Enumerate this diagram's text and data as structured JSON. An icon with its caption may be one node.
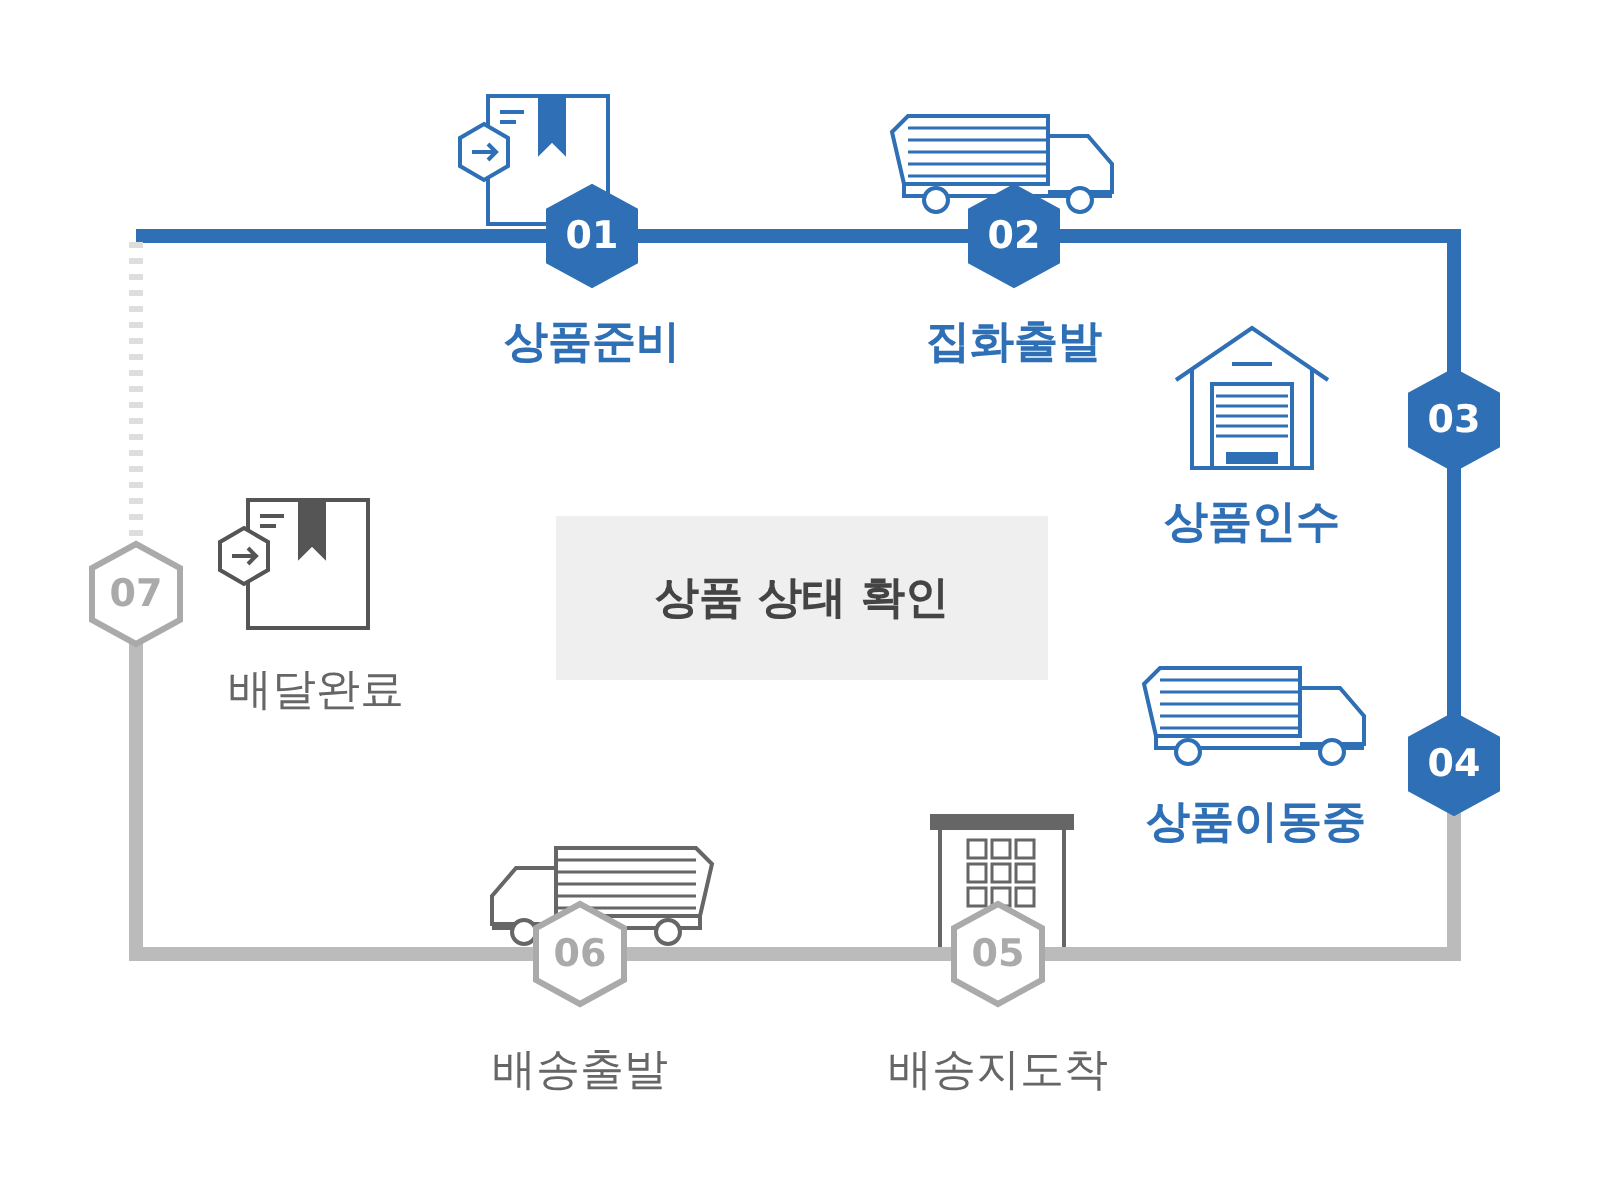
{
  "diagram": {
    "nodes": [
      {
        "text": [
          "01"
        ],
        "beside": [
          "상품준비"
        ]
      },
      {
        "text": [
          "02"
        ],
        "beside": [
          "집화출발"
        ]
      },
      {
        "text": [
          "03"
        ],
        "beside": [
          "상품인수"
        ]
      },
      {
        "text": [
          "04"
        ],
        "beside": [
          "상품이동중"
        ]
      },
      {
        "text": [
          "05"
        ],
        "beside": [
          "배송지도착"
        ]
      },
      {
        "text": [
          "06"
        ],
        "beside": [
          "배송출발"
        ]
      },
      {
        "text": [
          "07"
        ],
        "beside": [
          "배달완료"
        ]
      },
      {
        "text": [
          "상품 상태 확인"
        ]
      }
    ],
    "edges": [
      {
        "from": null,
        "to": 0,
        "arrow": "none"
      },
      {
        "from": 0,
        "to": 1,
        "arrow": "none"
      },
      {
        "from": 1,
        "to": 2,
        "arrow": "none"
      },
      {
        "from": 2,
        "to": 3,
        "arrow": "none"
      },
      {
        "from": 3,
        "to": 4,
        "arrow": "none",
        "color": "#bbbbbb"
      },
      {
        "from": 4,
        "to": 5,
        "arrow": "none",
        "color": "#bbbbbb"
      },
      {
        "from": 5,
        "to": 6,
        "arrow": "none",
        "color": "#bbbbbb"
      },
      {
        "from": 6,
        "to": null,
        "arrow": "none",
        "style": "dashed",
        "color": "#bbbbbb"
      }
    ]
  }
}
